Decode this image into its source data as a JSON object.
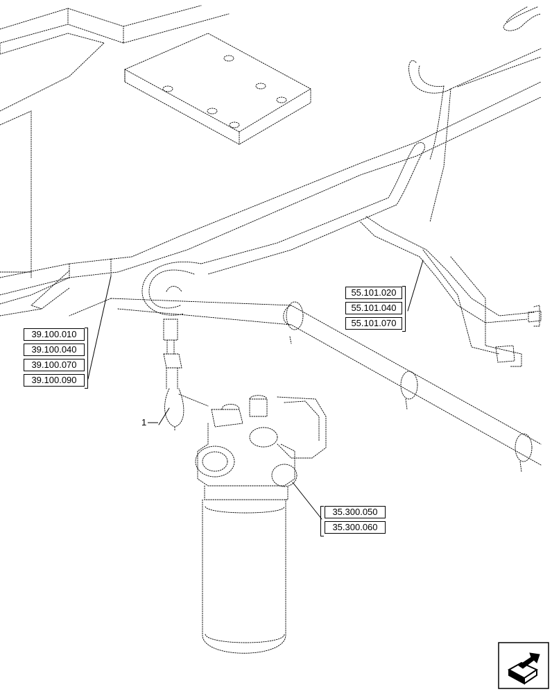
{
  "reference_groups": [
    {
      "id": "left",
      "codes": [
        "39.100.010",
        "39.100.040",
        "39.100.070",
        "39.100.090"
      ]
    },
    {
      "id": "right",
      "codes": [
        "55.101.020",
        "55.101.040",
        "55.101.070"
      ]
    },
    {
      "id": "lower",
      "codes": [
        "35.300.050",
        "35.300.060"
      ]
    }
  ],
  "callouts": [
    {
      "number": "1"
    }
  ],
  "navigation": {
    "icon": "next-page-arrow-icon"
  }
}
